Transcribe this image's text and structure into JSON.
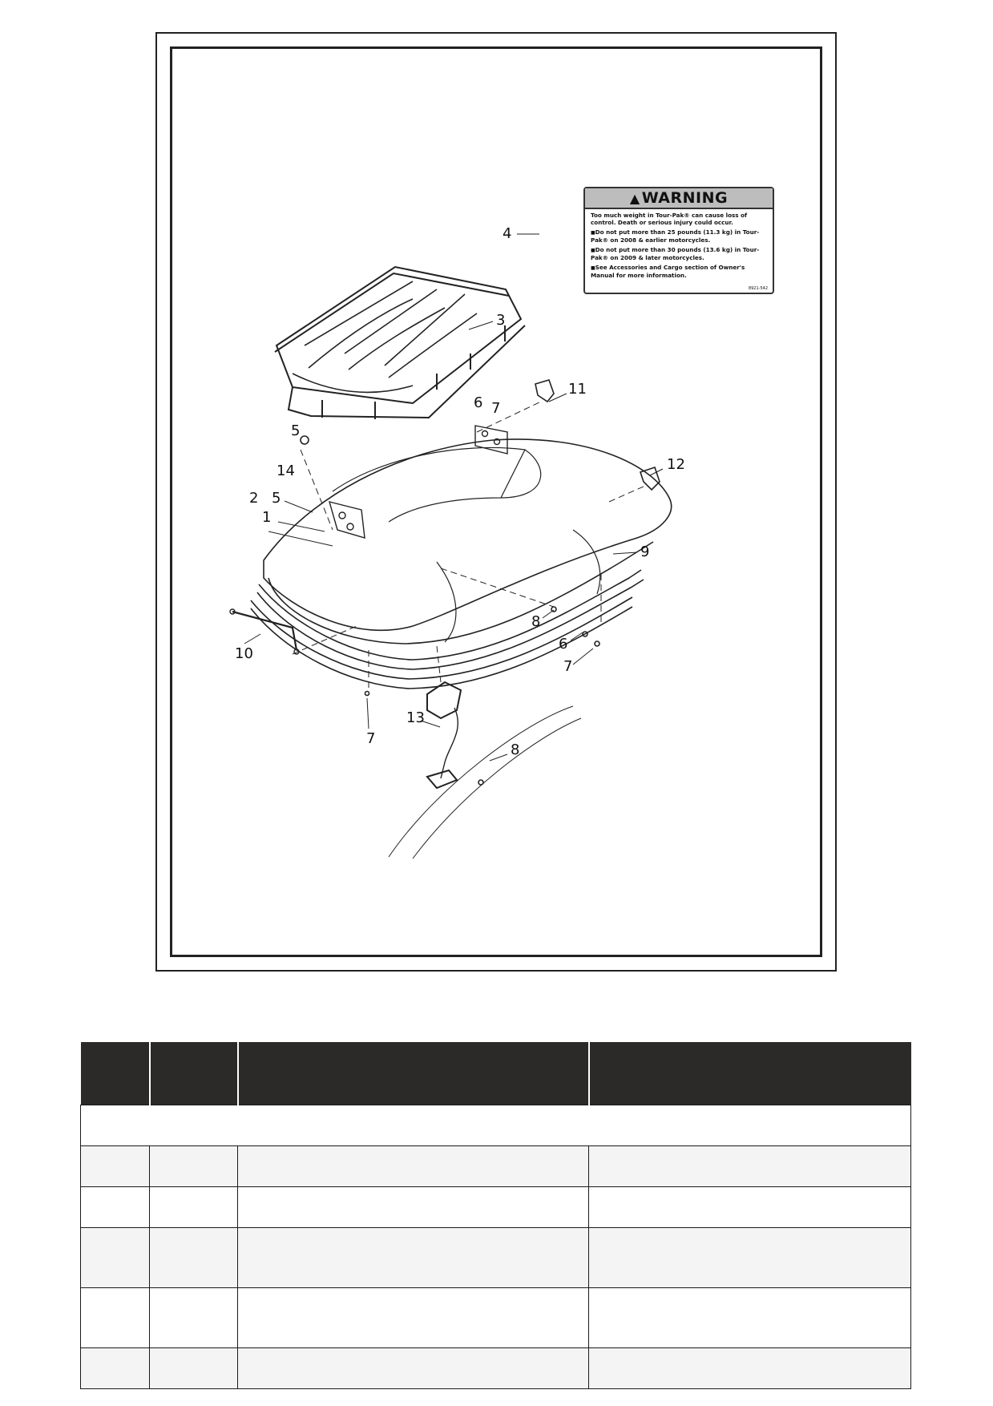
{
  "figure": {
    "warning_label": {
      "heading": "WARNING",
      "intro": "Too much weight in Tour-Pak® can cause loss of control. Death or serious injury could occur.",
      "bullets": [
        "Do not put more than 25 pounds (11.3 kg) in Tour-Pak® on 2008 & earlier motorcycles.",
        "Do not put more than 30 pounds (13.6 kg) in Tour-Pak® on 2009 & later motorcycles.",
        "See Accessories and Cargo section of Owner's Manual for more information."
      ],
      "code": "8921-542"
    },
    "callouts": [
      "4",
      "3",
      "11",
      "6",
      "7",
      "5",
      "12",
      "14",
      "2",
      "5",
      "1",
      "9",
      "8",
      "6",
      "7",
      "10",
      "7",
      "13",
      "8"
    ]
  },
  "parts_table": {
    "headers": [
      "",
      "",
      "",
      ""
    ],
    "group_row": "",
    "rows": [
      [
        "",
        "",
        "",
        ""
      ],
      [
        "",
        "",
        "",
        ""
      ],
      [
        "",
        "",
        "",
        ""
      ],
      [
        "",
        "",
        "",
        ""
      ],
      [
        "",
        "",
        "",
        ""
      ]
    ]
  }
}
